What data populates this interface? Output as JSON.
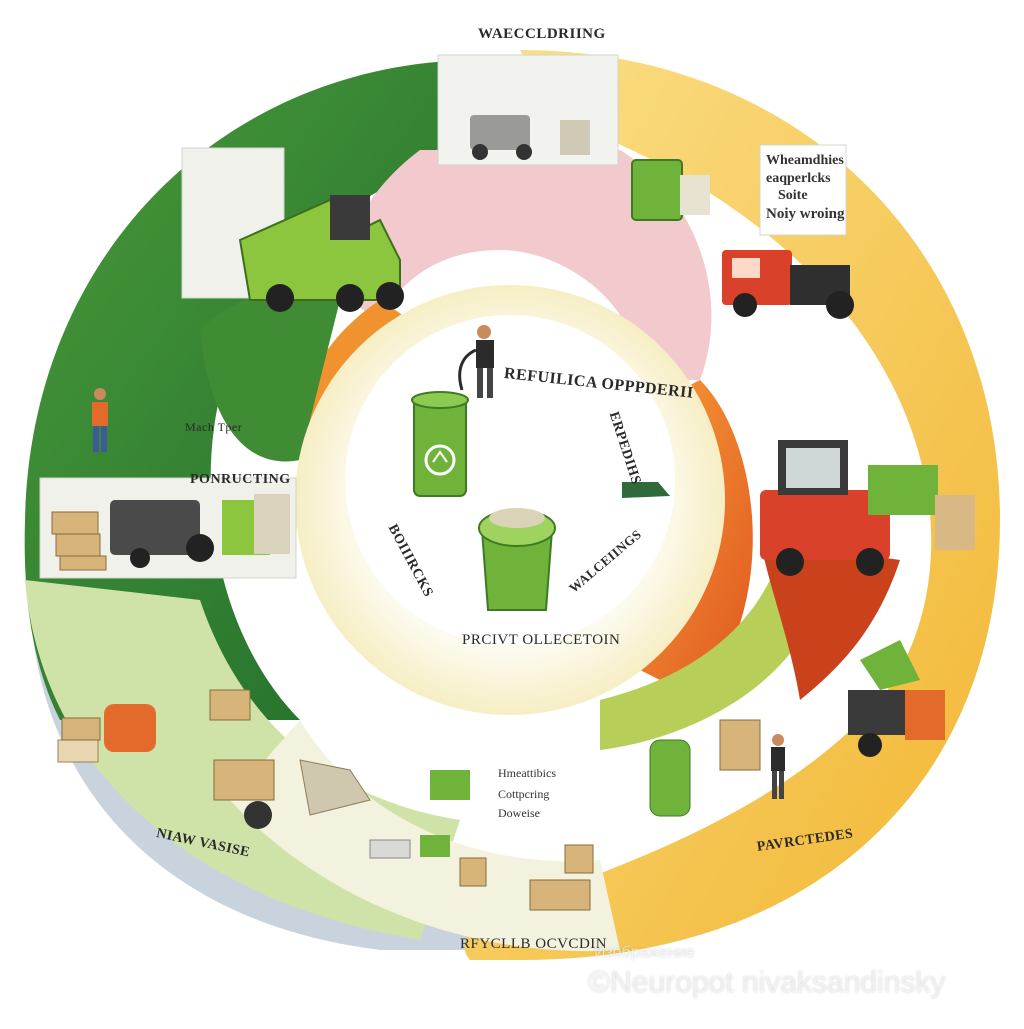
{
  "labels": {
    "top": "WAECCLDRIING",
    "top_right_line1": "Wheamdhies",
    "top_right_line2": "eaqperlcks",
    "top_right_line3": "Soite",
    "top_right_line4": "Noiy wroing",
    "left": "PONRUCTING",
    "left_note": "Mach Tper",
    "bottom_left": "NIAW VASISE",
    "bottom_note_line1": "Hmeattibics",
    "bottom_note_line2": "Cottpcring",
    "bottom_note_line3": "Doweise",
    "bottom_right": "PAVRCTEDES",
    "bottom": "RFYCLLB OCVCDIN",
    "center_top": "REFUILICA OPPPDERII",
    "center_right_arc": "ERPEDIHS",
    "center_left": "BOIIIRCKS",
    "center_mid": "WALCEIINGS",
    "center_bottom": "PRCIVT OLLECETOIN"
  },
  "watermark": {
    "line1": "Изображение",
    "line2": "©Neuropot nivaksandinsky"
  },
  "colors": {
    "green_dark": "#2f7d32",
    "green_mid": "#5aa03a",
    "green_light": "#a9cf6a",
    "yellow": "#f6cd57",
    "orange": "#f08a24",
    "pink": "#f2c9cc",
    "grey_blue": "#c9d3dd",
    "red_vehicle": "#d9412b",
    "bin_green": "#6fb33b"
  },
  "icons": [
    "recycling-bin-icon",
    "worker-icon",
    "forklift-icon",
    "garbage-truck-icon",
    "box-pile-icon",
    "arrow-icon"
  ]
}
